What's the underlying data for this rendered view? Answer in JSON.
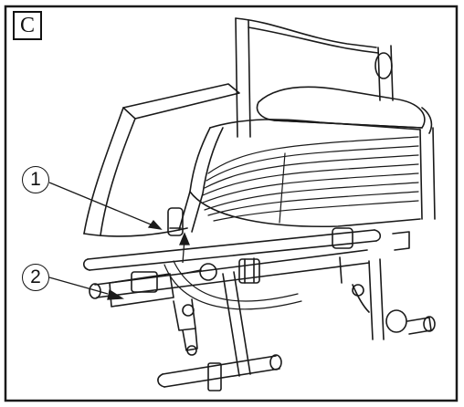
{
  "panel": {
    "label": "C"
  },
  "callouts": [
    {
      "number": "1",
      "target": "seat-frame-end-cap"
    },
    {
      "number": "2",
      "target": "side-frame-clamp-lever"
    }
  ],
  "colors": {
    "line": "#1a1a1a",
    "background": "#ffffff",
    "shade": "#d9d9d9"
  },
  "icons": {
    "pointer": "arrow-icon"
  }
}
